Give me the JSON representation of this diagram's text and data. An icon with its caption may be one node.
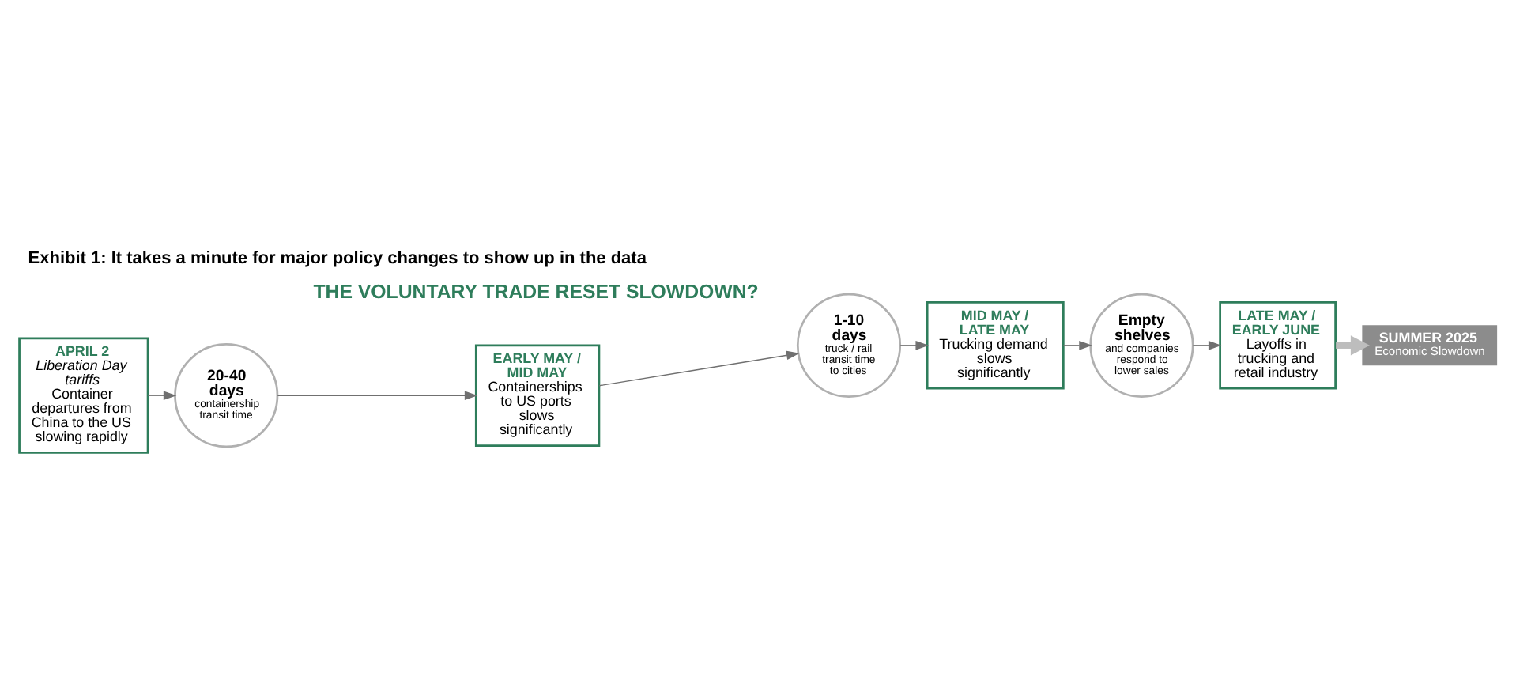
{
  "diagram": {
    "title": "Exhibit 1: It takes a minute for major policy changes to show up in the data",
    "nodes": [
      {
        "text": [
          "APRIL 2",
          "Liberation Day tariffs",
          "Container departures from China to the US slowing rapidly"
        ]
      },
      {
        "text": [
          "20-40 days",
          "containership transit time"
        ]
      },
      {
        "text": [
          "EARLY MAY / MID MAY",
          "Containerships to US ports slows significantly"
        ]
      },
      {
        "text": [
          "1-10 days",
          "truck / rail transit time to cities"
        ]
      },
      {
        "text": [
          "MID MAY / LATE MAY",
          "Trucking demand slows significantly"
        ]
      },
      {
        "text": [
          "Empty shelves",
          "and companies respond to lower sales"
        ]
      },
      {
        "text": [
          "LATE MAY / EARLY JUNE",
          "Layoffs in trucking and retail industry"
        ]
      },
      {
        "text": [
          "SUMMER 2025",
          "Economic Slowdown"
        ]
      }
    ],
    "edges": [
      {
        "from": 0,
        "to": 1,
        "arrow": "to"
      },
      {
        "from": 1,
        "to": 2,
        "arrow": "to"
      },
      {
        "from": 2,
        "to": 3,
        "arrow": "to"
      },
      {
        "from": 3,
        "to": 4,
        "arrow": "to"
      },
      {
        "from": 4,
        "to": 5,
        "arrow": "to"
      },
      {
        "from": 5,
        "to": 6,
        "arrow": "to"
      },
      {
        "from": 6,
        "to": 7,
        "arrow": "to",
        "style": "thick",
        "color": "#bdbdbd"
      }
    ],
    "labels": [
      "THE VOLUNTARY TRADE RESET SLOWDOWN?"
    ]
  }
}
